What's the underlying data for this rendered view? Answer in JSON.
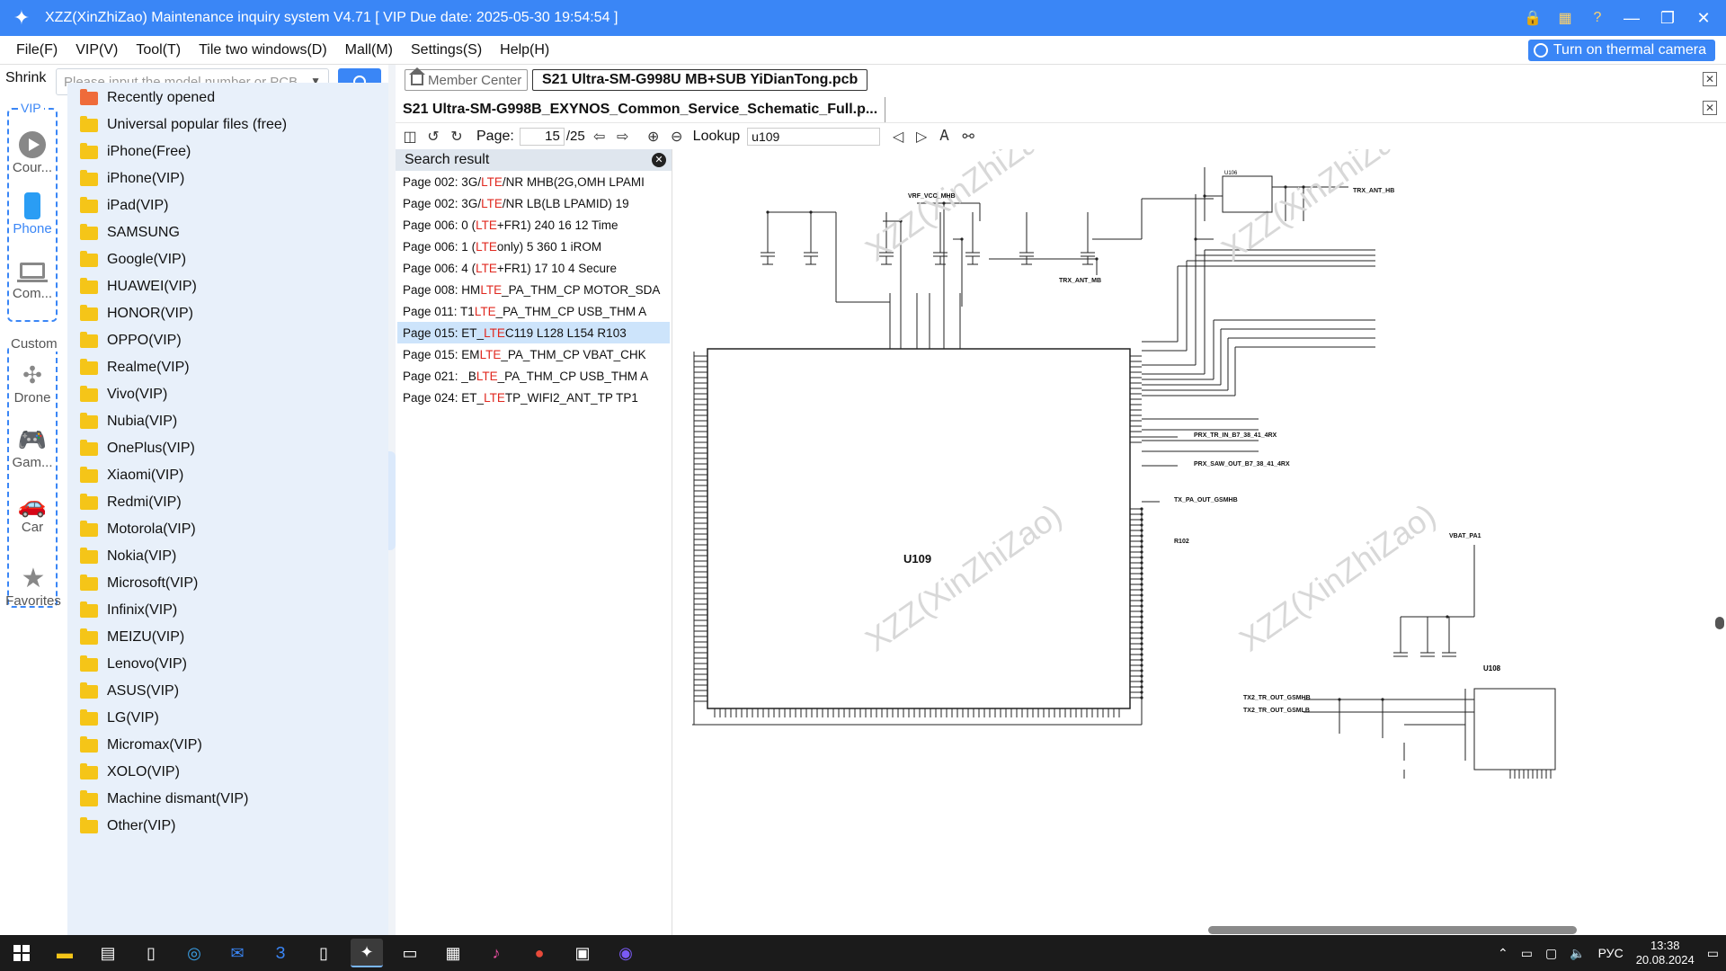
{
  "window": {
    "title": "XZZ(XinZhiZao) Maintenance inquiry system V4.71 [ VIP Due date: 2025-05-30 19:54:54 ]"
  },
  "menu": [
    "File(F)",
    "VIP(V)",
    "Tool(T)",
    "Tile two windows(D)",
    "Mall(M)",
    "Settings(S)",
    "Help(H)"
  ],
  "thermal_label": "Turn on thermal camera",
  "left": {
    "shrink": "Shrink",
    "search_placeholder": "Please input the model number or PCB",
    "vip_label": "VIP",
    "custom_label": "Custom",
    "nav": [
      "Cour...",
      "Phone",
      "Com...",
      "Drone",
      "Gam...",
      "Car",
      "Favorites"
    ],
    "tree": [
      "Recently opened",
      "Universal popular files (free)",
      "iPhone(Free)",
      "iPhone(VIP)",
      "iPad(VIP)",
      "SAMSUNG",
      "Google(VIP)",
      "HUAWEI(VIP)",
      "HONOR(VIP)",
      "OPPO(VIP)",
      "Realme(VIP)",
      "Vivo(VIP)",
      "Nubia(VIP)",
      "OnePlus(VIP)",
      "Xiaomi(VIP)",
      "Redmi(VIP)",
      "Motorola(VIP)",
      "Nokia(VIP)",
      "Microsoft(VIP)",
      "Infinix(VIP)",
      "MEIZU(VIP)",
      "Lenovo(VIP)",
      "ASUS(VIP)",
      "LG(VIP)",
      "Micromax(VIP)",
      "XOLO(VIP)",
      "Machine dismant(VIP)",
      "Other(VIP)"
    ]
  },
  "tabs": {
    "member": "Member Center",
    "pcb": "S21 Ultra-SM-G998U MB+SUB YiDianTong.pcb",
    "schematic": "S21 Ultra-SM-G998B_EXYNOS_Common_Service_Schematic_Full.p..."
  },
  "toolbar": {
    "page_label": "Page:",
    "page_value": "15",
    "page_total": "/25",
    "lookup_label": "Lookup",
    "lookup_value": "u109"
  },
  "results": {
    "header": "Search result",
    "rows": [
      {
        "pre": "Page 002: 3G/",
        "hl": "LTE",
        "post": "/NR MHB(2G,OMH LPAMI",
        "sel": false
      },
      {
        "pre": "Page 002: 3G/",
        "hl": "LTE",
        "post": "/NR LB(LB LPAMID) 19",
        "sel": false
      },
      {
        "pre": "Page 006: 0 (",
        "hl": "LTE",
        "post": "+FR1) 240 16 12 Time",
        "sel": false
      },
      {
        "pre": "Page 006: 1 (",
        "hl": "LTE",
        "post": " only) 5 360 1 iROM",
        "sel": false
      },
      {
        "pre": "Page 006: 4 (",
        "hl": "LTE",
        "post": "+FR1) 17 10 4 Secure",
        "sel": false
      },
      {
        "pre": "Page 008: HM ",
        "hl": "LTE",
        "post": "_PA_THM_CP MOTOR_SDA",
        "sel": false
      },
      {
        "pre": "Page 011: T1 ",
        "hl": "LTE",
        "post": "_PA_THM_CP USB_THM A",
        "sel": false
      },
      {
        "pre": "Page 015: ET_",
        "hl": "LTE",
        "post": " C119 L128 L154 R103",
        "sel": true
      },
      {
        "pre": "Page 015: EM ",
        "hl": "LTE",
        "post": "_PA_THM_CP VBAT_CHK",
        "sel": false
      },
      {
        "pre": "Page 021: _B ",
        "hl": "LTE",
        "post": "_PA_THM_CP USB_THM A",
        "sel": false
      },
      {
        "pre": "Page 024: ET_",
        "hl": "LTE",
        "post": " TP_WIFI2_ANT_TP TP1",
        "sel": false
      }
    ]
  },
  "schematic": {
    "chip_label": "U109",
    "u108_label": "U108",
    "u106_label": "U106",
    "watermark": "XZZ(XinZhiZao)",
    "nets_right": [
      "TRX_ANT_HB",
      "TRX_ANT_MB",
      "PRX_TR_IN_B7_38_41_4RX",
      "PRX_SAW_OUT_B7_38_41_4RX",
      "TX_PA_OUT_GSMHB",
      "TX2_TR_OUT_GSMHB",
      "TX2_TR_OUT_GSMLB",
      "VBAT_PA1",
      "VRF_VCC_MHB",
      "R102"
    ]
  },
  "taskbar": {
    "lang": "РУС",
    "time": "13:38",
    "date": "20.08.2024"
  }
}
